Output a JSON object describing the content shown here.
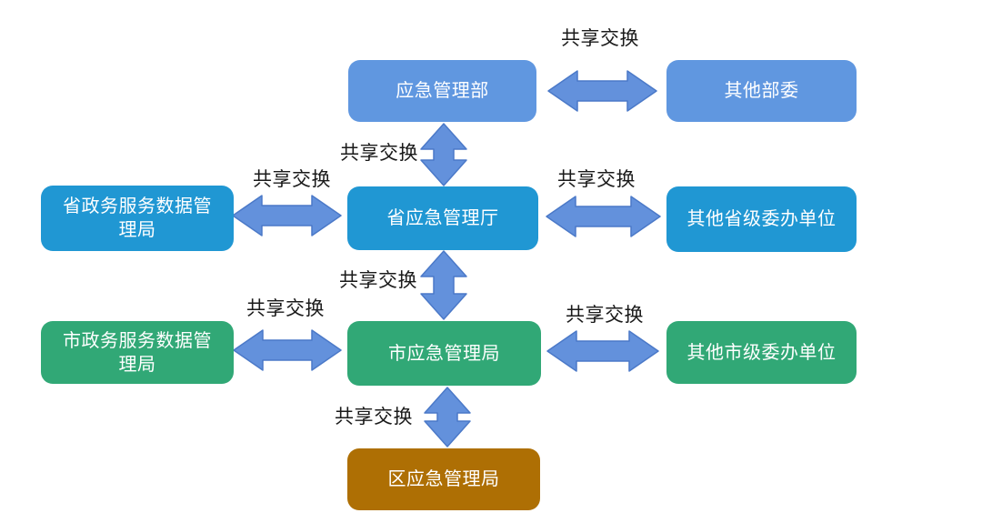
{
  "diagram": {
    "type": "org-data-exchange-flow",
    "edge_label": "共享交换",
    "colors": {
      "ministry_level": "#6097E0",
      "province_level": "#2097D3",
      "city_level": "#31A876",
      "district_level": "#AE6F04",
      "arrow_fill": "#6391DC",
      "arrow_stroke": "#4B79C8",
      "node_text": "#FFFFFF",
      "edge_label_text": "#1A1A1A",
      "background": "#FFFFFF"
    },
    "nodes": [
      {
        "id": "ministry-emergency",
        "label": "应急管理部",
        "level": "ministry"
      },
      {
        "id": "other-ministries",
        "label": "其他部委",
        "level": "ministry"
      },
      {
        "id": "province-data-admin",
        "label": "省政务服务数据管\n理局",
        "level": "province"
      },
      {
        "id": "province-emergency",
        "label": "省应急管理厅",
        "level": "province"
      },
      {
        "id": "province-others",
        "label": "其他省级委办单位",
        "level": "province"
      },
      {
        "id": "city-data-admin",
        "label": "市政务服务数据管\n理局",
        "level": "city"
      },
      {
        "id": "city-emergency",
        "label": "市应急管理局",
        "level": "city"
      },
      {
        "id": "city-others",
        "label": "其他市级委办单位",
        "level": "city"
      },
      {
        "id": "district-emergency",
        "label": "区应急管理局",
        "level": "district"
      }
    ],
    "edges": [
      {
        "from": "ministry-emergency",
        "to": "other-ministries",
        "label": "共享交换",
        "direction": "horizontal",
        "bidirectional": true
      },
      {
        "from": "ministry-emergency",
        "to": "province-emergency",
        "label": "共享交换",
        "direction": "vertical",
        "bidirectional": true
      },
      {
        "from": "province-data-admin",
        "to": "province-emergency",
        "label": "共享交换",
        "direction": "horizontal",
        "bidirectional": true
      },
      {
        "from": "province-emergency",
        "to": "province-others",
        "label": "共享交换",
        "direction": "horizontal",
        "bidirectional": true
      },
      {
        "from": "province-emergency",
        "to": "city-emergency",
        "label": "共享交换",
        "direction": "vertical",
        "bidirectional": true
      },
      {
        "from": "city-data-admin",
        "to": "city-emergency",
        "label": "共享交换",
        "direction": "horizontal",
        "bidirectional": true
      },
      {
        "from": "city-emergency",
        "to": "city-others",
        "label": "共享交换",
        "direction": "horizontal",
        "bidirectional": true
      },
      {
        "from": "city-emergency",
        "to": "district-emergency",
        "label": "共享交换",
        "direction": "vertical",
        "bidirectional": true
      }
    ]
  }
}
